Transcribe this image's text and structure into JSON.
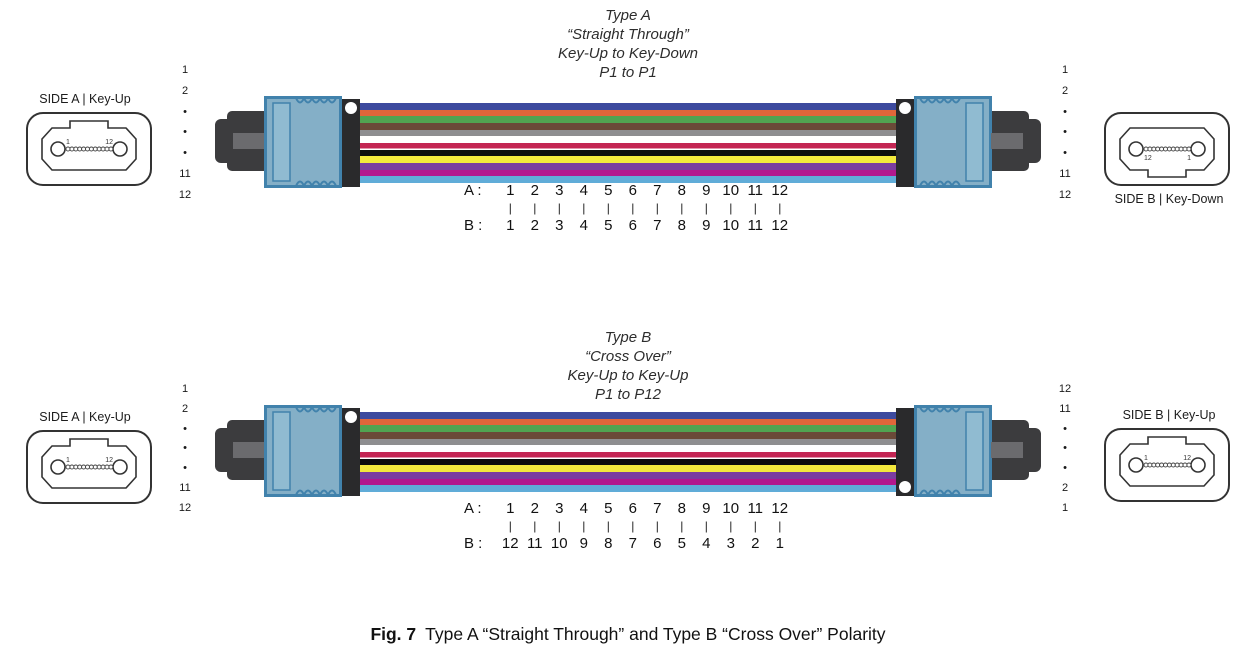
{
  "colors": {
    "connector_body": "#84afc7",
    "connector_body_light": "#90bbd1",
    "connector_border": "#4182ac",
    "boot": "#3c3c3e",
    "boot_stripe": "#6b6b6e",
    "ferrule": "#2a2a2c",
    "dot": "#ffffff"
  },
  "fiber_colors": [
    "#3d4a9e",
    "#e0663a",
    "#51a451",
    "#6a4a38",
    "#8e8e90",
    "#ffffff",
    "#c32553",
    "#0d0d0d",
    "#f3e93d",
    "#7b3da0",
    "#b2188e",
    "#60acd8"
  ],
  "diagrams": [
    {
      "name": "Type A",
      "title_lines": [
        "Type A",
        "“Straight Through”",
        "Key-Up to Key-Down",
        "P1 to P1"
      ],
      "left_face": {
        "label": "SIDE A | Key-Up",
        "key": "up",
        "pin_left": "1",
        "pin_right": "12"
      },
      "right_face": {
        "label": "SIDE B | Key-Down",
        "key": "down",
        "pin_left": "12",
        "pin_right": "1"
      },
      "left_column": [
        "1",
        "2",
        "•",
        "•",
        "•",
        "11",
        "12"
      ],
      "right_column": [
        "1",
        "2",
        "•",
        "•",
        "•",
        "11",
        "12"
      ],
      "mapping": {
        "a_label": "A :",
        "b_label": "B :",
        "a": [
          "1",
          "2",
          "3",
          "4",
          "5",
          "6",
          "7",
          "8",
          "9",
          "10",
          "11",
          "12"
        ],
        "links": [
          "|",
          "|",
          "|",
          "|",
          "|",
          "|",
          "|",
          "|",
          "|",
          "|",
          "|",
          "|"
        ],
        "b": [
          "1",
          "2",
          "3",
          "4",
          "5",
          "6",
          "7",
          "8",
          "9",
          "10",
          "11",
          "12"
        ]
      }
    },
    {
      "name": "Type B",
      "title_lines": [
        "Type B",
        "“Cross Over”",
        "Key-Up to Key-Up",
        "P1 to P12"
      ],
      "left_face": {
        "label": "SIDE A | Key-Up",
        "key": "up",
        "pin_left": "1",
        "pin_right": "12"
      },
      "right_face": {
        "label": "SIDE B | Key-Up",
        "key": "up",
        "pin_left": "1",
        "pin_right": "12"
      },
      "left_column": [
        "1",
        "2",
        "•",
        "•",
        "•",
        "11",
        "12"
      ],
      "right_column": [
        "12",
        "11",
        "•",
        "•",
        "•",
        "2",
        "1"
      ],
      "mapping": {
        "a_label": "A :",
        "b_label": "B :",
        "a": [
          "1",
          "2",
          "3",
          "4",
          "5",
          "6",
          "7",
          "8",
          "9",
          "10",
          "11",
          "12"
        ],
        "links": [
          "|",
          "|",
          "|",
          "|",
          "|",
          "|",
          "|",
          "|",
          "|",
          "|",
          "|",
          "|"
        ],
        "b": [
          "12",
          "11",
          "10",
          "9",
          "8",
          "7",
          "6",
          "5",
          "4",
          "3",
          "2",
          "1"
        ]
      }
    }
  ],
  "caption": {
    "fig_label": "Fig. 7",
    "text": "Type A “Straight Through” and Type B “Cross Over” Polarity"
  }
}
